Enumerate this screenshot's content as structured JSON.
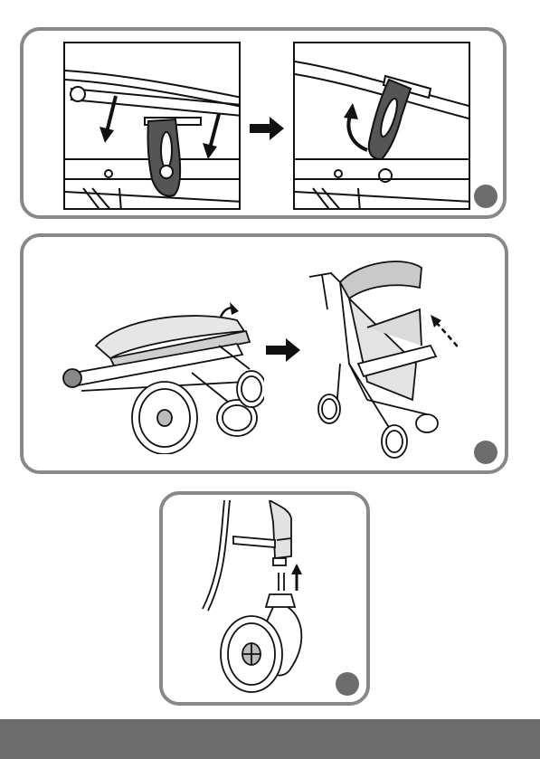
{
  "colors": {
    "panel_border": "#888888",
    "badge": "#6d6d6d",
    "footer": "#6c6c6c",
    "line_art": "#111111",
    "lever_fill": "#555555"
  },
  "panels": [
    {
      "name": "step-release-lever",
      "icons": [
        "down-arrow-icon",
        "right-arrow-icon",
        "curved-up-arrow-icon"
      ]
    },
    {
      "name": "step-unfold-stroller",
      "icons": [
        "curved-arrow-icon",
        "right-arrow-icon",
        "double-arrow-icon"
      ]
    },
    {
      "name": "step-attach-front-wheel",
      "icons": [
        "up-arrow-icon"
      ]
    }
  ]
}
